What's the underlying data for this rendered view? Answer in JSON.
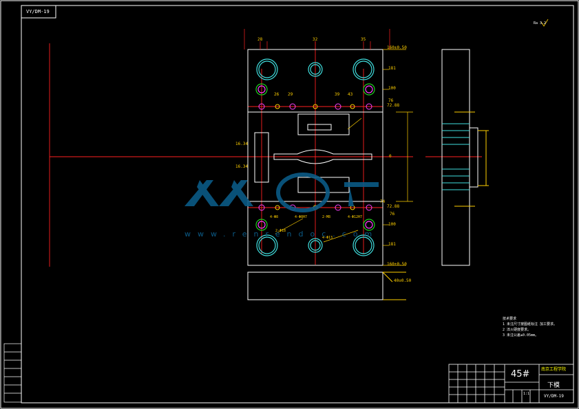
{
  "drawing": {
    "code_top": "VY/DM-19",
    "code_titleblock": "VY/DM-19",
    "material": "45#",
    "school": "南京工程学院",
    "part_name": "下模",
    "roughness": "Ra 3.2",
    "scale": "1:1",
    "sheet_count": "1",
    "notes": {
      "heading": "技术要求",
      "items": [
        "1  未注尺寸按图纸标注 加工要求。",
        "2  淬火硬度要求。",
        "3  未注公差±0.05mm。"
      ]
    },
    "dimensions": {
      "width_top": "160±0.50",
      "width_bottom": "160±0.50",
      "row_181_top": "181",
      "row_100_top": "100",
      "row_76_top": "76",
      "row_72_top": "72.88",
      "row_74_bot": "74",
      "row_72_bot": "72.88",
      "row_76_bot": "76",
      "row_100_bot": "100",
      "row_181_bot": "181",
      "side_left_a": "16.34",
      "side_left_b": "16.34",
      "height_side": "40±0.50",
      "mid_zero": "0",
      "top_left": "28",
      "top_mid": "32",
      "top_right": "35",
      "col_a": "26",
      "col_b": "29",
      "col_c": "39",
      "col_d": "43",
      "h_hole": "4-Φ8",
      "h_pin": "4-Φ8H7",
      "h_small": "2-M8",
      "bot_a": "2-Φ18",
      "bot_b": "4-Φ13",
      "bot_c": "4-Φ12H7"
    }
  },
  "watermark": {
    "brand": "人人文库",
    "url": "www.renrendoc.com"
  },
  "colors": {
    "background": "#000000",
    "outline": "#ffffff",
    "centerline": "#ff2020",
    "dimension": "#ffd000",
    "hole": "#40e0e0",
    "pin": "#ff40ff",
    "green": "#20d020",
    "watermark": "#0b5a86"
  }
}
